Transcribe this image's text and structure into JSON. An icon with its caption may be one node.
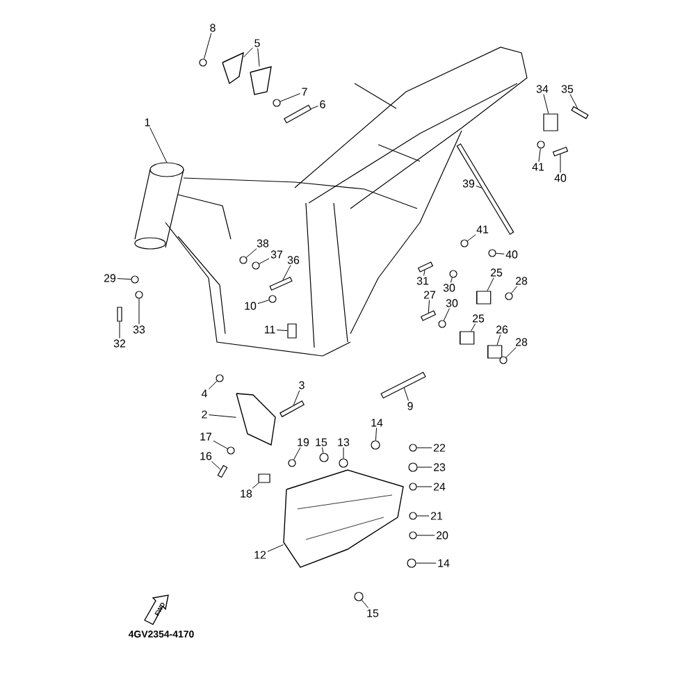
{
  "diagram": {
    "nodes": [
      {
        "text": [
          "8"
        ]
      },
      {
        "text": [
          "5"
        ]
      },
      {
        "text": [
          "34"
        ]
      },
      {
        "text": [
          "35"
        ]
      },
      {
        "text": [
          "7"
        ]
      },
      {
        "text": [
          "6"
        ]
      },
      {
        "text": [
          "1"
        ]
      },
      {
        "text": [
          "41"
        ]
      },
      {
        "text": [
          "40"
        ]
      },
      {
        "text": [
          "39"
        ]
      },
      {
        "text": [
          "41"
        ]
      },
      {
        "text": [
          "38"
        ]
      },
      {
        "text": [
          "37"
        ]
      },
      {
        "text": [
          "40"
        ]
      },
      {
        "text": [
          "36"
        ]
      },
      {
        "text": [
          "25"
        ]
      },
      {
        "text": [
          "29"
        ]
      },
      {
        "text": [
          "28"
        ]
      },
      {
        "text": [
          "31"
        ]
      },
      {
        "text": [
          "30"
        ]
      },
      {
        "text": [
          "27"
        ]
      },
      {
        "text": [
          "30"
        ]
      },
      {
        "text": [
          "10"
        ]
      },
      {
        "text": [
          "25"
        ]
      },
      {
        "text": [
          "33"
        ]
      },
      {
        "text": [
          "26"
        ]
      },
      {
        "text": [
          "11"
        ]
      },
      {
        "text": [
          "28"
        ]
      },
      {
        "text": [
          "32"
        ]
      },
      {
        "text": [
          "3"
        ]
      },
      {
        "text": [
          "4"
        ]
      },
      {
        "text": [
          "9"
        ]
      },
      {
        "text": [
          "2"
        ]
      },
      {
        "text": [
          "14"
        ]
      },
      {
        "text": [
          "17"
        ]
      },
      {
        "text": [
          "19"
        ]
      },
      {
        "text": [
          "15"
        ]
      },
      {
        "text": [
          "13"
        ]
      },
      {
        "text": [
          "22"
        ]
      },
      {
        "text": [
          "16"
        ]
      },
      {
        "text": [
          "23"
        ]
      },
      {
        "text": [
          "24"
        ]
      },
      {
        "text": [
          "18"
        ]
      },
      {
        "text": [
          "21"
        ]
      },
      {
        "text": [
          "20"
        ]
      },
      {
        "text": [
          "12"
        ]
      },
      {
        "text": [
          "14"
        ]
      },
      {
        "text": [
          "15"
        ]
      },
      {
        "text": [],
        "shape": "circle"
      },
      {
        "text": [],
        "shape": "picture"
      },
      {
        "text": [],
        "shape": "picture"
      },
      {
        "text": [],
        "shape": "box"
      },
      {
        "text": [],
        "shape": "bar"
      },
      {
        "text": [],
        "shape": "circle"
      },
      {
        "text": [],
        "shape": "bar"
      },
      {
        "text": [],
        "shape": "circle"
      },
      {
        "text": [],
        "shape": "bar"
      },
      {
        "text": [],
        "shape": "bar"
      },
      {
        "text": [],
        "shape": "circle"
      },
      {
        "text": [],
        "shape": "circle"
      },
      {
        "text": [],
        "shape": "circle"
      },
      {
        "text": [],
        "shape": "circle"
      },
      {
        "text": [],
        "shape": "bar"
      },
      {
        "text": [],
        "shape": "cylinder"
      },
      {
        "text": [],
        "shape": "circle"
      },
      {
        "text": [],
        "shape": "circle"
      },
      {
        "text": [],
        "shape": "bar"
      },
      {
        "text": [],
        "shape": "circle"
      },
      {
        "text": [],
        "shape": "bar"
      },
      {
        "text": [],
        "shape": "circle"
      },
      {
        "text": [],
        "shape": "circle"
      },
      {
        "text": [],
        "shape": "cylinder"
      },
      {
        "text": [],
        "shape": "circle"
      },
      {
        "text": [],
        "shape": "cylinder"
      },
      {
        "text": [],
        "shape": "box"
      },
      {
        "text": [],
        "shape": "circle"
      },
      {
        "text": [],
        "shape": "bar"
      },
      {
        "text": [],
        "shape": "bar"
      },
      {
        "text": [],
        "shape": "circle"
      },
      {
        "text": [],
        "shape": "bar"
      },
      {
        "text": [],
        "shape": "picture"
      },
      {
        "text": [],
        "shape": "circle"
      },
      {
        "text": [],
        "shape": "circle"
      },
      {
        "text": [],
        "shape": "circle"
      },
      {
        "text": [],
        "shape": "circle"
      },
      {
        "text": [],
        "shape": "circle"
      },
      {
        "text": [],
        "shape": "circle"
      },
      {
        "text": [],
        "shape": "bar"
      },
      {
        "text": [],
        "shape": "circle"
      },
      {
        "text": [],
        "shape": "circle"
      },
      {
        "text": [],
        "shape": "box"
      },
      {
        "text": [],
        "shape": "circle"
      },
      {
        "text": [],
        "shape": "circle"
      },
      {
        "text": [],
        "shape": "picture"
      },
      {
        "text": [],
        "shape": "circle"
      },
      {
        "text": [],
        "shape": "circle"
      }
    ],
    "edges": [
      {
        "from": 0,
        "to": 48,
        "arrow": "none"
      },
      {
        "from": 1,
        "to": 49,
        "arrow": "none"
      },
      {
        "from": 1,
        "to": 50,
        "arrow": "none"
      },
      {
        "from": 2,
        "to": 51,
        "arrow": "none"
      },
      {
        "from": 3,
        "to": 52,
        "arrow": "none"
      },
      {
        "from": 4,
        "to": 53,
        "arrow": "none"
      },
      {
        "from": 5,
        "to": 54,
        "arrow": "none"
      },
      {
        "from": 6,
        "to": null,
        "arrow": "none"
      },
      {
        "from": 7,
        "to": 55,
        "arrow": "none"
      },
      {
        "from": 8,
        "to": 56,
        "arrow": "none"
      },
      {
        "from": 9,
        "to": 57,
        "arrow": "none"
      },
      {
        "from": 10,
        "to": 58,
        "arrow": "none"
      },
      {
        "from": 11,
        "to": 59,
        "arrow": "none"
      },
      {
        "from": 12,
        "to": 60,
        "arrow": "none"
      },
      {
        "from": 13,
        "to": 61,
        "arrow": "none"
      },
      {
        "from": 14,
        "to": 62,
        "arrow": "none"
      },
      {
        "from": 15,
        "to": 63,
        "arrow": "none"
      },
      {
        "from": 16,
        "to": 64,
        "arrow": "none"
      },
      {
        "from": 17,
        "to": 65,
        "arrow": "none"
      },
      {
        "from": 18,
        "to": 66,
        "arrow": "none"
      },
      {
        "from": 19,
        "to": 67,
        "arrow": "none"
      },
      {
        "from": 20,
        "to": 68,
        "arrow": "none"
      },
      {
        "from": 21,
        "to": 69,
        "arrow": "none"
      },
      {
        "from": 22,
        "to": 70,
        "arrow": "none"
      },
      {
        "from": 23,
        "to": 71,
        "arrow": "none"
      },
      {
        "from": 24,
        "to": 72,
        "arrow": "none"
      },
      {
        "from": 25,
        "to": 73,
        "arrow": "none"
      },
      {
        "from": 26,
        "to": 74,
        "arrow": "none"
      },
      {
        "from": 27,
        "to": 75,
        "arrow": "none"
      },
      {
        "from": 28,
        "to": 76,
        "arrow": "none"
      },
      {
        "from": 29,
        "to": 77,
        "arrow": "none"
      },
      {
        "from": 30,
        "to": 78,
        "arrow": "none"
      },
      {
        "from": 31,
        "to": 79,
        "arrow": "none"
      },
      {
        "from": 32,
        "to": 80,
        "arrow": "none"
      },
      {
        "from": 33,
        "to": 81,
        "arrow": "none"
      },
      {
        "from": 34,
        "to": 82,
        "arrow": "none"
      },
      {
        "from": 35,
        "to": 83,
        "arrow": "none"
      },
      {
        "from": 36,
        "to": 84,
        "arrow": "none"
      },
      {
        "from": 37,
        "to": 85,
        "arrow": "none"
      },
      {
        "from": 38,
        "to": 86,
        "arrow": "none"
      },
      {
        "from": 39,
        "to": 87,
        "arrow": "none"
      },
      {
        "from": 40,
        "to": 88,
        "arrow": "none"
      },
      {
        "from": 41,
        "to": 89,
        "arrow": "none"
      },
      {
        "from": 42,
        "to": 90,
        "arrow": "none"
      },
      {
        "from": 43,
        "to": 91,
        "arrow": "none"
      },
      {
        "from": 44,
        "to": 92,
        "arrow": "none"
      },
      {
        "from": 45,
        "to": 93,
        "arrow": "none"
      },
      {
        "from": 46,
        "to": 94,
        "arrow": "none"
      },
      {
        "from": 47,
        "to": 95,
        "arrow": "none"
      }
    ],
    "labels": [
      "FWD",
      "4GV2354-4170"
    ]
  }
}
